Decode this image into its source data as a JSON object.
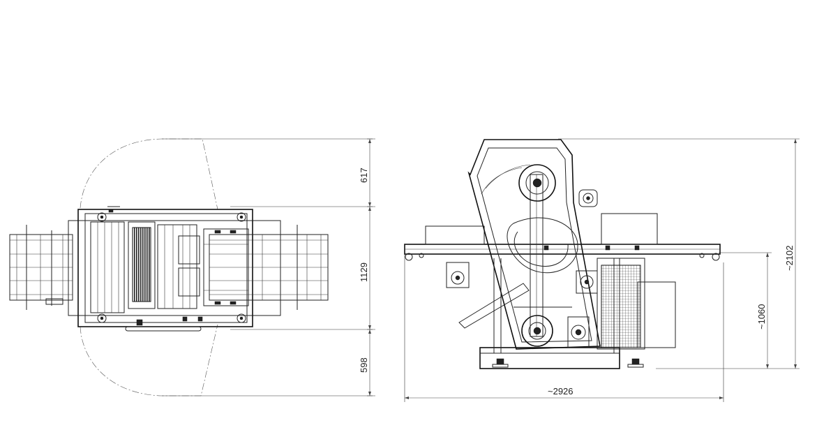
{
  "dimensions": {
    "top_clearance": "617",
    "machine_width": "1129",
    "bottom_clearance": "598",
    "table_height": "~1060",
    "total_height": "~2102",
    "total_length": "~2926"
  }
}
